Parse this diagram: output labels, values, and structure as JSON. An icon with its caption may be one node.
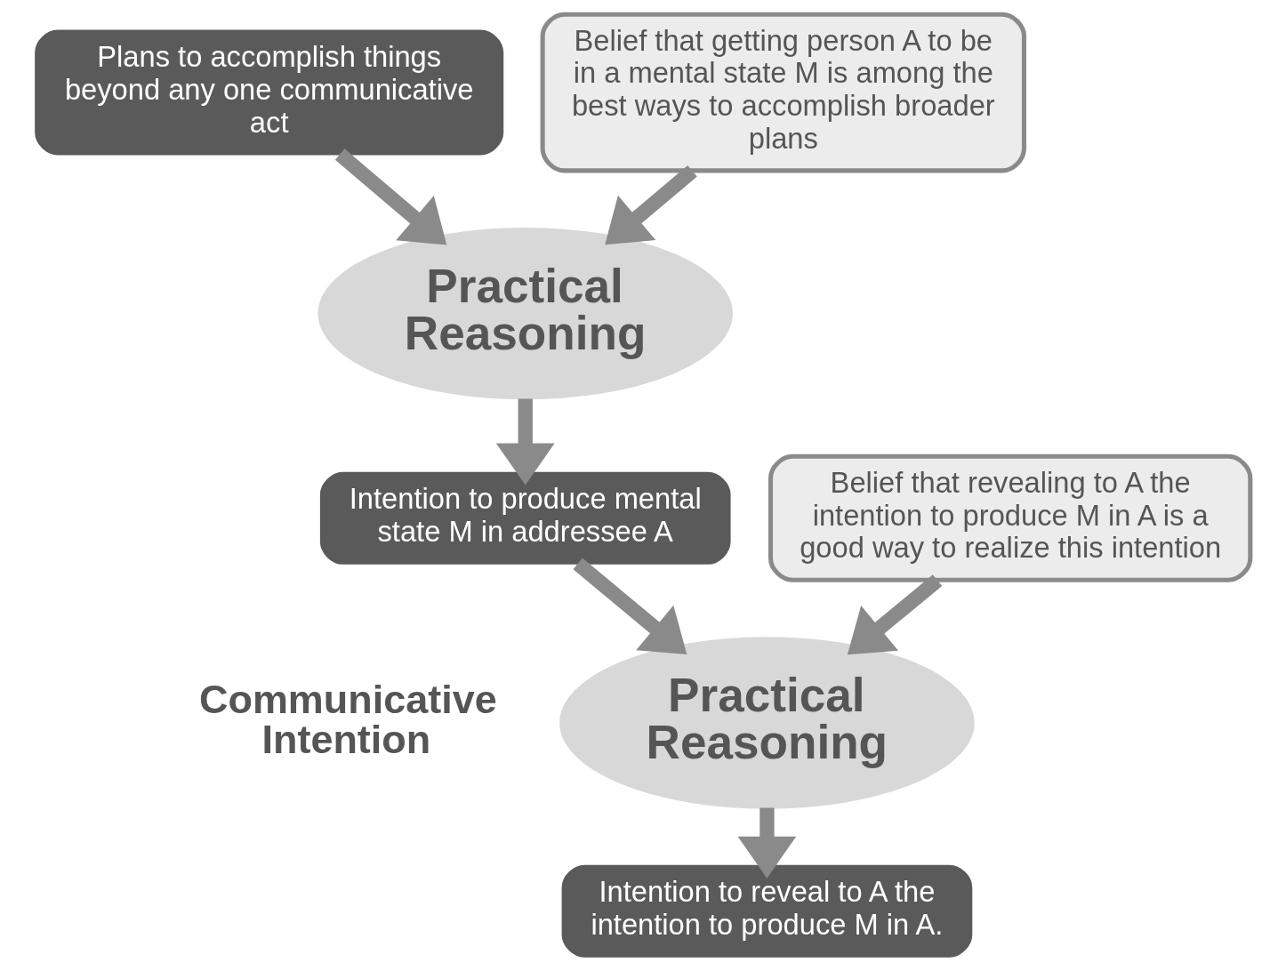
{
  "diagram": {
    "nodes": [
      {
        "text": [
          "Plans to accomplish things beyond any one communicative act"
        ]
      },
      {
        "text": [
          "Belief that getting person A to be in a mental state M is among the best ways to accomplish broader plans"
        ]
      },
      {
        "text": [
          "Practical Reasoning"
        ]
      },
      {
        "text": [
          "Intention to produce mental state M in addressee A"
        ]
      },
      {
        "text": [
          "Belief that revealing to A the intention to produce M in A is a good way to realize this intention"
        ]
      },
      {
        "text": [
          "Practical Reasoning"
        ]
      },
      {
        "text": [
          "Intention to reveal to A the intention to produce M in A."
        ]
      }
    ],
    "edges": [
      {
        "from": 0,
        "to": 2,
        "arrow": "to"
      },
      {
        "from": 1,
        "to": 2,
        "arrow": "to"
      },
      {
        "from": 2,
        "to": 3,
        "arrow": "to"
      },
      {
        "from": 3,
        "to": 5,
        "arrow": "to"
      },
      {
        "from": 4,
        "to": 5,
        "arrow": "to"
      },
      {
        "from": 5,
        "to": 6,
        "arrow": "to"
      }
    ],
    "labels": [
      "Communicative Intention"
    ]
  }
}
